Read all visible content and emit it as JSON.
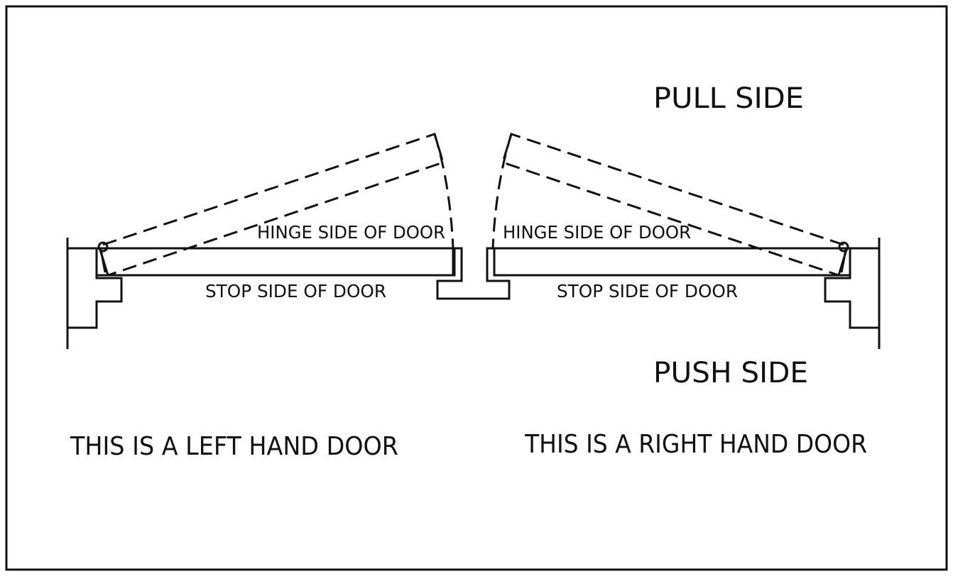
{
  "labels": {
    "pull_side": "PULL SIDE",
    "push_side": "PUSH SIDE",
    "left_hinge_side": "HINGE SIDE OF DOOR",
    "left_stop_side": "STOP SIDE OF DOOR",
    "right_hinge_side": "HINGE SIDE OF DOOR",
    "right_stop_side": "STOP SIDE OF DOOR",
    "left_caption": "THIS IS A LEFT HAND DOOR",
    "right_caption": "THIS IS A RIGHT HAND DOOR"
  },
  "colors": {
    "line": "#111111",
    "background": "#ffffff"
  }
}
